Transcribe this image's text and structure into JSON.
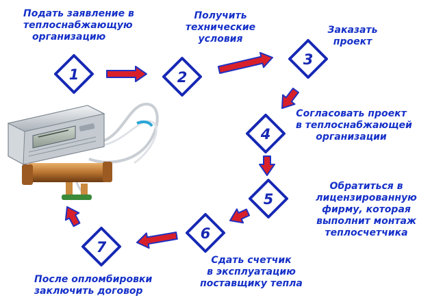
{
  "steps": [
    {
      "num": "1",
      "lines": [
        "Подать заявление в",
        "теплоснабжающую",
        "организацию"
      ]
    },
    {
      "num": "2",
      "lines": [
        "Получить",
        "технические",
        "условия"
      ]
    },
    {
      "num": "3",
      "lines": [
        "Заказать",
        "проект"
      ]
    },
    {
      "num": "4",
      "lines": [
        "Согласовать проект",
        "в теплоснабжающей",
        "организации"
      ]
    },
    {
      "num": "5",
      "lines": [
        "Обратиться в",
        "лицензированную",
        "фирму, которая",
        "выполнит монтаж",
        "теплосчетчика"
      ]
    },
    {
      "num": "6",
      "lines": [
        "Сдать счетчик",
        "в эксплуатацию",
        "поставщику тепла"
      ]
    },
    {
      "num": "7",
      "lines": [
        "После опломбировки",
        "заключить договор"
      ]
    }
  ],
  "colors": {
    "text": "#1530c8",
    "diamond_stroke": "#1628b4",
    "arrow_fill": "#d8202a",
    "arrow_edge": "#2030c0"
  },
  "illustration": {
    "icon": "heat-meter-device"
  }
}
